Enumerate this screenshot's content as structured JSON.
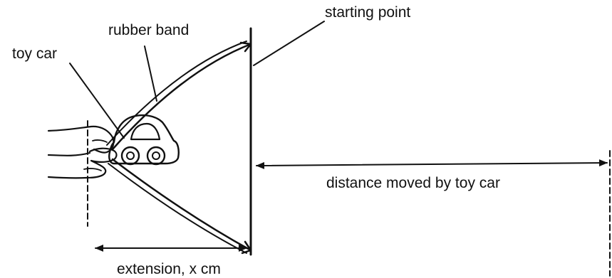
{
  "labels": {
    "toy_car": "toy car",
    "rubber_band": "rubber band",
    "starting_point": "starting point",
    "distance": "distance moved by toy car",
    "extension": "extension, x cm"
  },
  "colors": {
    "ink": "#111111",
    "background": "#ffffff"
  }
}
